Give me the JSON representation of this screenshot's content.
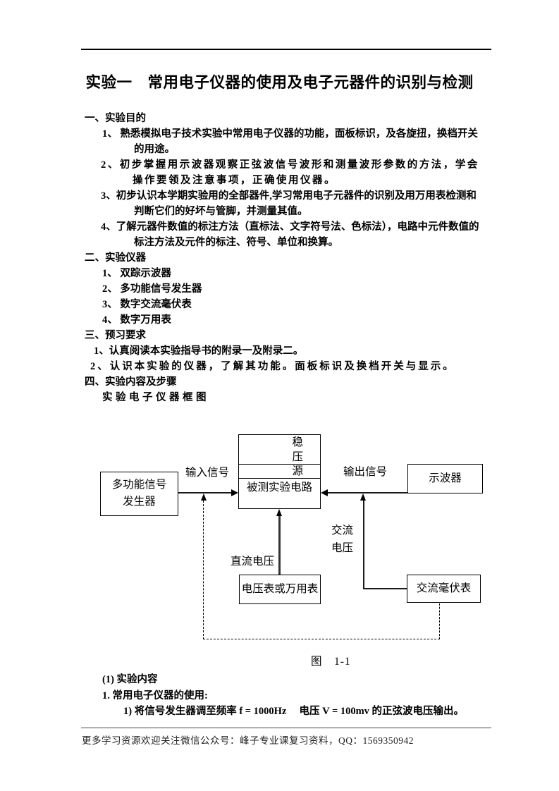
{
  "page": {
    "title": "实验一　常用电子仪器的使用及电子元器件的识别与检测",
    "footer": "更多学习资源欢迎关注微信公众号：峰子专业课复习资料，QQ：1569350942"
  },
  "body": {
    "lines": [
      "一、实验目的",
      "1、 熟悉模拟电子技术实验中常用电子仪器的功能，面板标识，及各旋扭，换档开关",
      "的用途。",
      "2、初步掌握用示波器观察正弦波信号波形和测量波形参数的方法，学会",
      "操作要领及注意事项，正确使用仪器。",
      "3、初步认识本学期实验用的全部器件,学习常用电子元器件的识别及用万用表检测和",
      "判断它们的好坏与管脚，并测量其值。",
      "4、了解元器件数值的标注方法（直标法、文字符号法、色标法），电路中元件数值的",
      "标注方法及元件的标注、符号、单位和换算。",
      "二、实验仪器",
      "1、 双踪示波器",
      "2、 多功能信号发生器",
      "3、 数字交流毫伏表",
      "4、 数字万用表",
      "三、预习要求",
      "1、认真阅读本实验指导书的附录一及附录二。",
      "2、认识本实验的仪器，了解其功能。面板标识及换档开关与显示。",
      "四、实验内容及步骤",
      "实验电子仪器框图"
    ]
  },
  "diagram": {
    "generator_line1": "多功能信号",
    "generator_line2": "发生器",
    "reg_char1": "稳",
    "reg_char2": "压",
    "reg_char3": "源",
    "dut_label": "被测实验电路",
    "oscilloscope": "示波器",
    "voltmeter": "电压表或万用表",
    "ac_millivoltmeter": "交流毫伏表",
    "input_label": "输入信号",
    "output_label": "输出信号",
    "ac_label_line1": "交流",
    "ac_label_line2": "电压",
    "dc_label": "直流电压",
    "caption": "图　1-1"
  },
  "content": {
    "lines": [
      "(1) 实验内容",
      "1.  常用电子仪器的使用:",
      "1) 将信号发生器调至频率 f = 1000Hz　 电压 V = 100mv 的正弦波电压输出。"
    ]
  },
  "colors": {
    "ink": "#000000",
    "rule": "#444444"
  }
}
